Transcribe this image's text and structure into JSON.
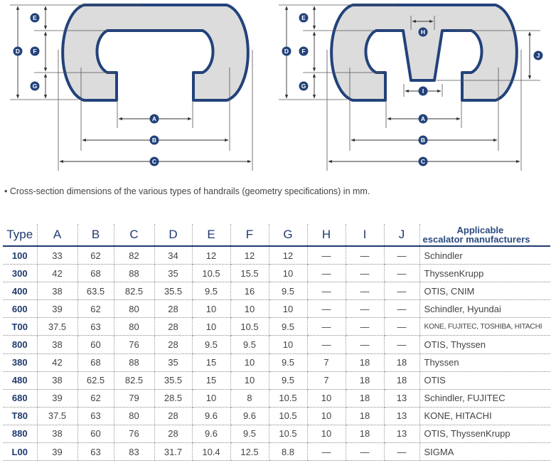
{
  "caption": "• Cross-section dimensions of the various types of handrails (geometry specifications) in mm.",
  "diagram_labels": {
    "A": "A",
    "B": "B",
    "C": "C",
    "D": "D",
    "E": "E",
    "F": "F",
    "G": "G",
    "H": "H",
    "I": "I",
    "J": "J"
  },
  "colors": {
    "outline": "#23427a",
    "fill": "#dcdcdc",
    "label_bg": "#23427a"
  },
  "table": {
    "headers": [
      "Type",
      "A",
      "B",
      "C",
      "D",
      "E",
      "F",
      "G",
      "H",
      "I",
      "J"
    ],
    "mfr_header_line1": "Applicable",
    "mfr_header_line2": "escalator manufacturers",
    "rows": [
      [
        "100",
        "33",
        "62",
        "82",
        "34",
        "12",
        "12",
        "12",
        "—",
        "—",
        "—",
        "Schindler"
      ],
      [
        "300",
        "42",
        "68",
        "88",
        "35",
        "10.5",
        "15.5",
        "10",
        "—",
        "—",
        "—",
        "ThyssenKrupp"
      ],
      [
        "400",
        "38",
        "63.5",
        "82.5",
        "35.5",
        "9.5",
        "16",
        "9.5",
        "—",
        "—",
        "—",
        "OTIS, CNIM"
      ],
      [
        "600",
        "39",
        "62",
        "80",
        "28",
        "10",
        "10",
        "10",
        "—",
        "—",
        "—",
        "Schindler, Hyundai"
      ],
      [
        "T00",
        "37.5",
        "63",
        "80",
        "28",
        "10",
        "10.5",
        "9.5",
        "—",
        "—",
        "—",
        "KONE, FUJITEC, TOSHIBA, HITACHI"
      ],
      [
        "800",
        "38",
        "60",
        "76",
        "28",
        "9.5",
        "9.5",
        "10",
        "—",
        "—",
        "—",
        "OTIS, Thyssen"
      ],
      [
        "380",
        "42",
        "68",
        "88",
        "35",
        "15",
        "10",
        "9.5",
        "7",
        "18",
        "18",
        "Thyssen"
      ],
      [
        "480",
        "38",
        "62.5",
        "82.5",
        "35.5",
        "15",
        "10",
        "9.5",
        "7",
        "18",
        "18",
        "OTIS"
      ],
      [
        "680",
        "39",
        "62",
        "79",
        "28.5",
        "10",
        "8",
        "10.5",
        "10",
        "18",
        "13",
        "Schindler, FUJITEC"
      ],
      [
        "T80",
        "37.5",
        "63",
        "80",
        "28",
        "9.6",
        "9.6",
        "10.5",
        "10",
        "18",
        "13",
        "KONE, HITACHI"
      ],
      [
        "880",
        "38",
        "60",
        "76",
        "28",
        "9.6",
        "9.5",
        "10.5",
        "10",
        "18",
        "13",
        "OTIS, ThyssenKrupp"
      ],
      [
        "L00",
        "39",
        "63",
        "83",
        "31.7",
        "10.4",
        "12.5",
        "8.8",
        "—",
        "—",
        "—",
        "SIGMA"
      ]
    ]
  }
}
